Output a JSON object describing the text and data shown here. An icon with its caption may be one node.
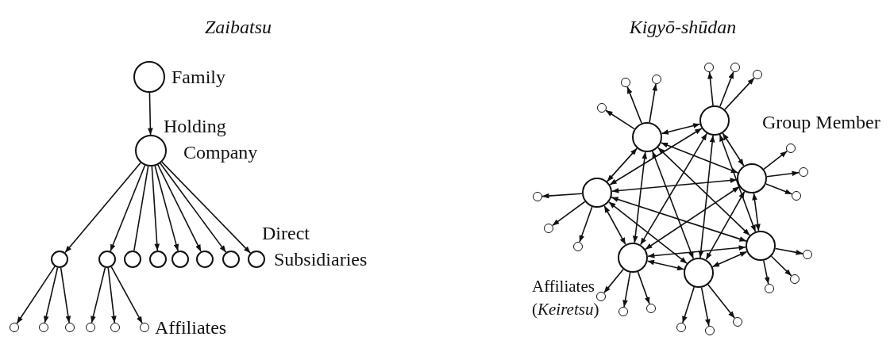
{
  "diagram": {
    "nodes": [
      {
        "text": [],
        "shape": "circle",
        "beside": [
          "Family"
        ]
      },
      {
        "text": [],
        "shape": "circle",
        "beside": [
          "Holding Company"
        ]
      },
      {
        "text": [],
        "shape": "circle"
      },
      {
        "text": [],
        "shape": "circle"
      },
      {
        "text": [],
        "shape": "circle"
      },
      {
        "text": [],
        "shape": "circle"
      },
      {
        "text": [],
        "shape": "circle"
      },
      {
        "text": [],
        "shape": "circle"
      },
      {
        "text": [],
        "shape": "circle"
      },
      {
        "text": [],
        "shape": "circle"
      },
      {
        "text": [],
        "shape": "circle"
      },
      {
        "text": [],
        "shape": "circle"
      },
      {
        "text": [],
        "shape": "circle"
      },
      {
        "text": [],
        "shape": "circle"
      },
      {
        "text": [],
        "shape": "circle"
      },
      {
        "text": [],
        "shape": "circle"
      },
      {
        "text": [],
        "shape": "circle"
      },
      {
        "text": [],
        "shape": "circle"
      },
      {
        "text": [],
        "shape": "circle"
      },
      {
        "text": [],
        "shape": "circle"
      },
      {
        "text": [],
        "shape": "circle"
      },
      {
        "text": [],
        "shape": "circle"
      },
      {
        "text": [],
        "shape": "circle"
      },
      {
        "text": [],
        "shape": "circle"
      },
      {
        "text": [],
        "shape": "circle"
      },
      {
        "text": [],
        "shape": "circle"
      },
      {
        "text": [],
        "shape": "circle"
      },
      {
        "text": [],
        "shape": "circle"
      },
      {
        "text": [],
        "shape": "circle"
      },
      {
        "text": [],
        "shape": "circle"
      },
      {
        "text": [],
        "shape": "circle"
      },
      {
        "text": [],
        "shape": "circle"
      },
      {
        "text": [],
        "shape": "circle"
      },
      {
        "text": [],
        "shape": "circle"
      },
      {
        "text": [],
        "shape": "circle"
      },
      {
        "text": [],
        "shape": "circle"
      },
      {
        "text": [],
        "shape": "circle"
      },
      {
        "text": [],
        "shape": "circle"
      },
      {
        "text": [],
        "shape": "circle"
      },
      {
        "text": [],
        "shape": "circle"
      },
      {
        "text": [],
        "shape": "circle"
      },
      {
        "text": [],
        "shape": "circle"
      },
      {
        "text": [],
        "shape": "circle"
      },
      {
        "text": [],
        "shape": "circle"
      }
    ],
    "edges": [
      {
        "from": 0,
        "to": 1,
        "arrow": "to"
      },
      {
        "from": 1,
        "to": 2,
        "arrow": "to"
      },
      {
        "from": 1,
        "to": 3,
        "arrow": "to"
      },
      {
        "from": 1,
        "to": 4,
        "arrow": "none"
      },
      {
        "from": 1,
        "to": 5,
        "arrow": "to"
      },
      {
        "from": 1,
        "to": 6,
        "arrow": "to"
      },
      {
        "from": 1,
        "to": 7,
        "arrow": "to"
      },
      {
        "from": 1,
        "to": 8,
        "arrow": "to"
      },
      {
        "from": 1,
        "to": 9,
        "arrow": "to"
      },
      {
        "from": 2,
        "to": 10,
        "arrow": "to"
      },
      {
        "from": 2,
        "to": 11,
        "arrow": "to"
      },
      {
        "from": 2,
        "to": 12,
        "arrow": "to"
      },
      {
        "from": 3,
        "to": 13,
        "arrow": "to"
      },
      {
        "from": 3,
        "to": 14,
        "arrow": "to"
      },
      {
        "from": 3,
        "to": 15,
        "arrow": "to"
      },
      {
        "from": 16,
        "to": 17,
        "arrow": "both"
      },
      {
        "from": 16,
        "to": 18,
        "arrow": "both"
      },
      {
        "from": 16,
        "to": 19,
        "arrow": "both"
      },
      {
        "from": 16,
        "to": 20,
        "arrow": "both"
      },
      {
        "from": 16,
        "to": 21,
        "arrow": "both"
      },
      {
        "from": 16,
        "to": 22,
        "arrow": "both"
      },
      {
        "from": 17,
        "to": 18,
        "arrow": "both"
      },
      {
        "from": 17,
        "to": 19,
        "arrow": "both"
      },
      {
        "from": 17,
        "to": 20,
        "arrow": "both"
      },
      {
        "from": 17,
        "to": 21,
        "arrow": "both"
      },
      {
        "from": 17,
        "to": 22,
        "arrow": "both"
      },
      {
        "from": 18,
        "to": 19,
        "arrow": "both"
      },
      {
        "from": 18,
        "to": 20,
        "arrow": "both"
      },
      {
        "from": 18,
        "to": 21,
        "arrow": "both"
      },
      {
        "from": 18,
        "to": 22,
        "arrow": "both"
      },
      {
        "from": 19,
        "to": 20,
        "arrow": "both"
      },
      {
        "from": 19,
        "to": 21,
        "arrow": "both"
      },
      {
        "from": 19,
        "to": 22,
        "arrow": "both"
      },
      {
        "from": 20,
        "to": 21,
        "arrow": "both"
      },
      {
        "from": 20,
        "to": 22,
        "arrow": "both"
      },
      {
        "from": 21,
        "to": 22,
        "arrow": "both"
      },
      {
        "from": 16,
        "to": 23,
        "arrow": "to"
      },
      {
        "from": 16,
        "to": 24,
        "arrow": "to"
      },
      {
        "from": 16,
        "to": 25,
        "arrow": "to"
      },
      {
        "from": 17,
        "to": 26,
        "arrow": "to"
      },
      {
        "from": 17,
        "to": 27,
        "arrow": "to"
      },
      {
        "from": 17,
        "to": 28,
        "arrow": "to"
      },
      {
        "from": 18,
        "to": 29,
        "arrow": "to"
      },
      {
        "from": 18,
        "to": 30,
        "arrow": "to"
      },
      {
        "from": 18,
        "to": 31,
        "arrow": "to"
      },
      {
        "from": 19,
        "to": 32,
        "arrow": "to"
      },
      {
        "from": 19,
        "to": 33,
        "arrow": "to"
      },
      {
        "from": 19,
        "to": 34,
        "arrow": "to"
      },
      {
        "from": 20,
        "to": 35,
        "arrow": "to"
      },
      {
        "from": 20,
        "to": 36,
        "arrow": "to"
      },
      {
        "from": 20,
        "to": 37,
        "arrow": "to"
      },
      {
        "from": 21,
        "to": 38,
        "arrow": "to"
      },
      {
        "from": 21,
        "to": 39,
        "arrow": "to"
      },
      {
        "from": 21,
        "to": 40,
        "arrow": "to"
      },
      {
        "from": 22,
        "to": 41,
        "arrow": "to"
      },
      {
        "from": 22,
        "to": 42,
        "arrow": "to"
      },
      {
        "from": 22,
        "to": 43,
        "arrow": "to"
      }
    ],
    "labels": [
      "Zaibatsu",
      "Kigyō-shūdan",
      "Group Member",
      "Direct Subsidiaries",
      "Affiliates (*Keiretsu*)",
      "Affiliates"
    ]
  }
}
